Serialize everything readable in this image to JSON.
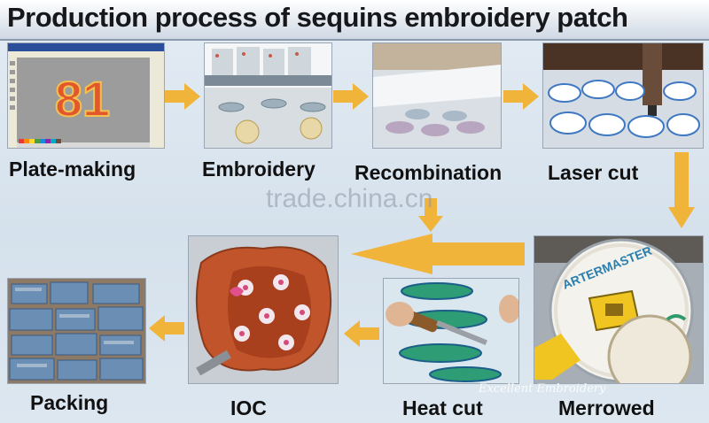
{
  "title": "Production process of sequins embroidery patch",
  "watermark": "trade.china.cn",
  "signature": "Excellent Embroidery",
  "steps": {
    "plate_making": {
      "label": "Plate-making",
      "number": "81"
    },
    "embroidery": {
      "label": "Embroidery"
    },
    "recombination": {
      "label": "Recombination"
    },
    "laser_cut": {
      "label": "Laser cut"
    },
    "merrowed": {
      "label": "Merrowed",
      "patch_text": "ARTERMASTER"
    },
    "heat_cut": {
      "label": "Heat cut"
    },
    "ioc": {
      "label": "IOC"
    },
    "packing": {
      "label": "Packing"
    }
  },
  "colors": {
    "arrow": "#f1b43a",
    "label": "#111111"
  }
}
